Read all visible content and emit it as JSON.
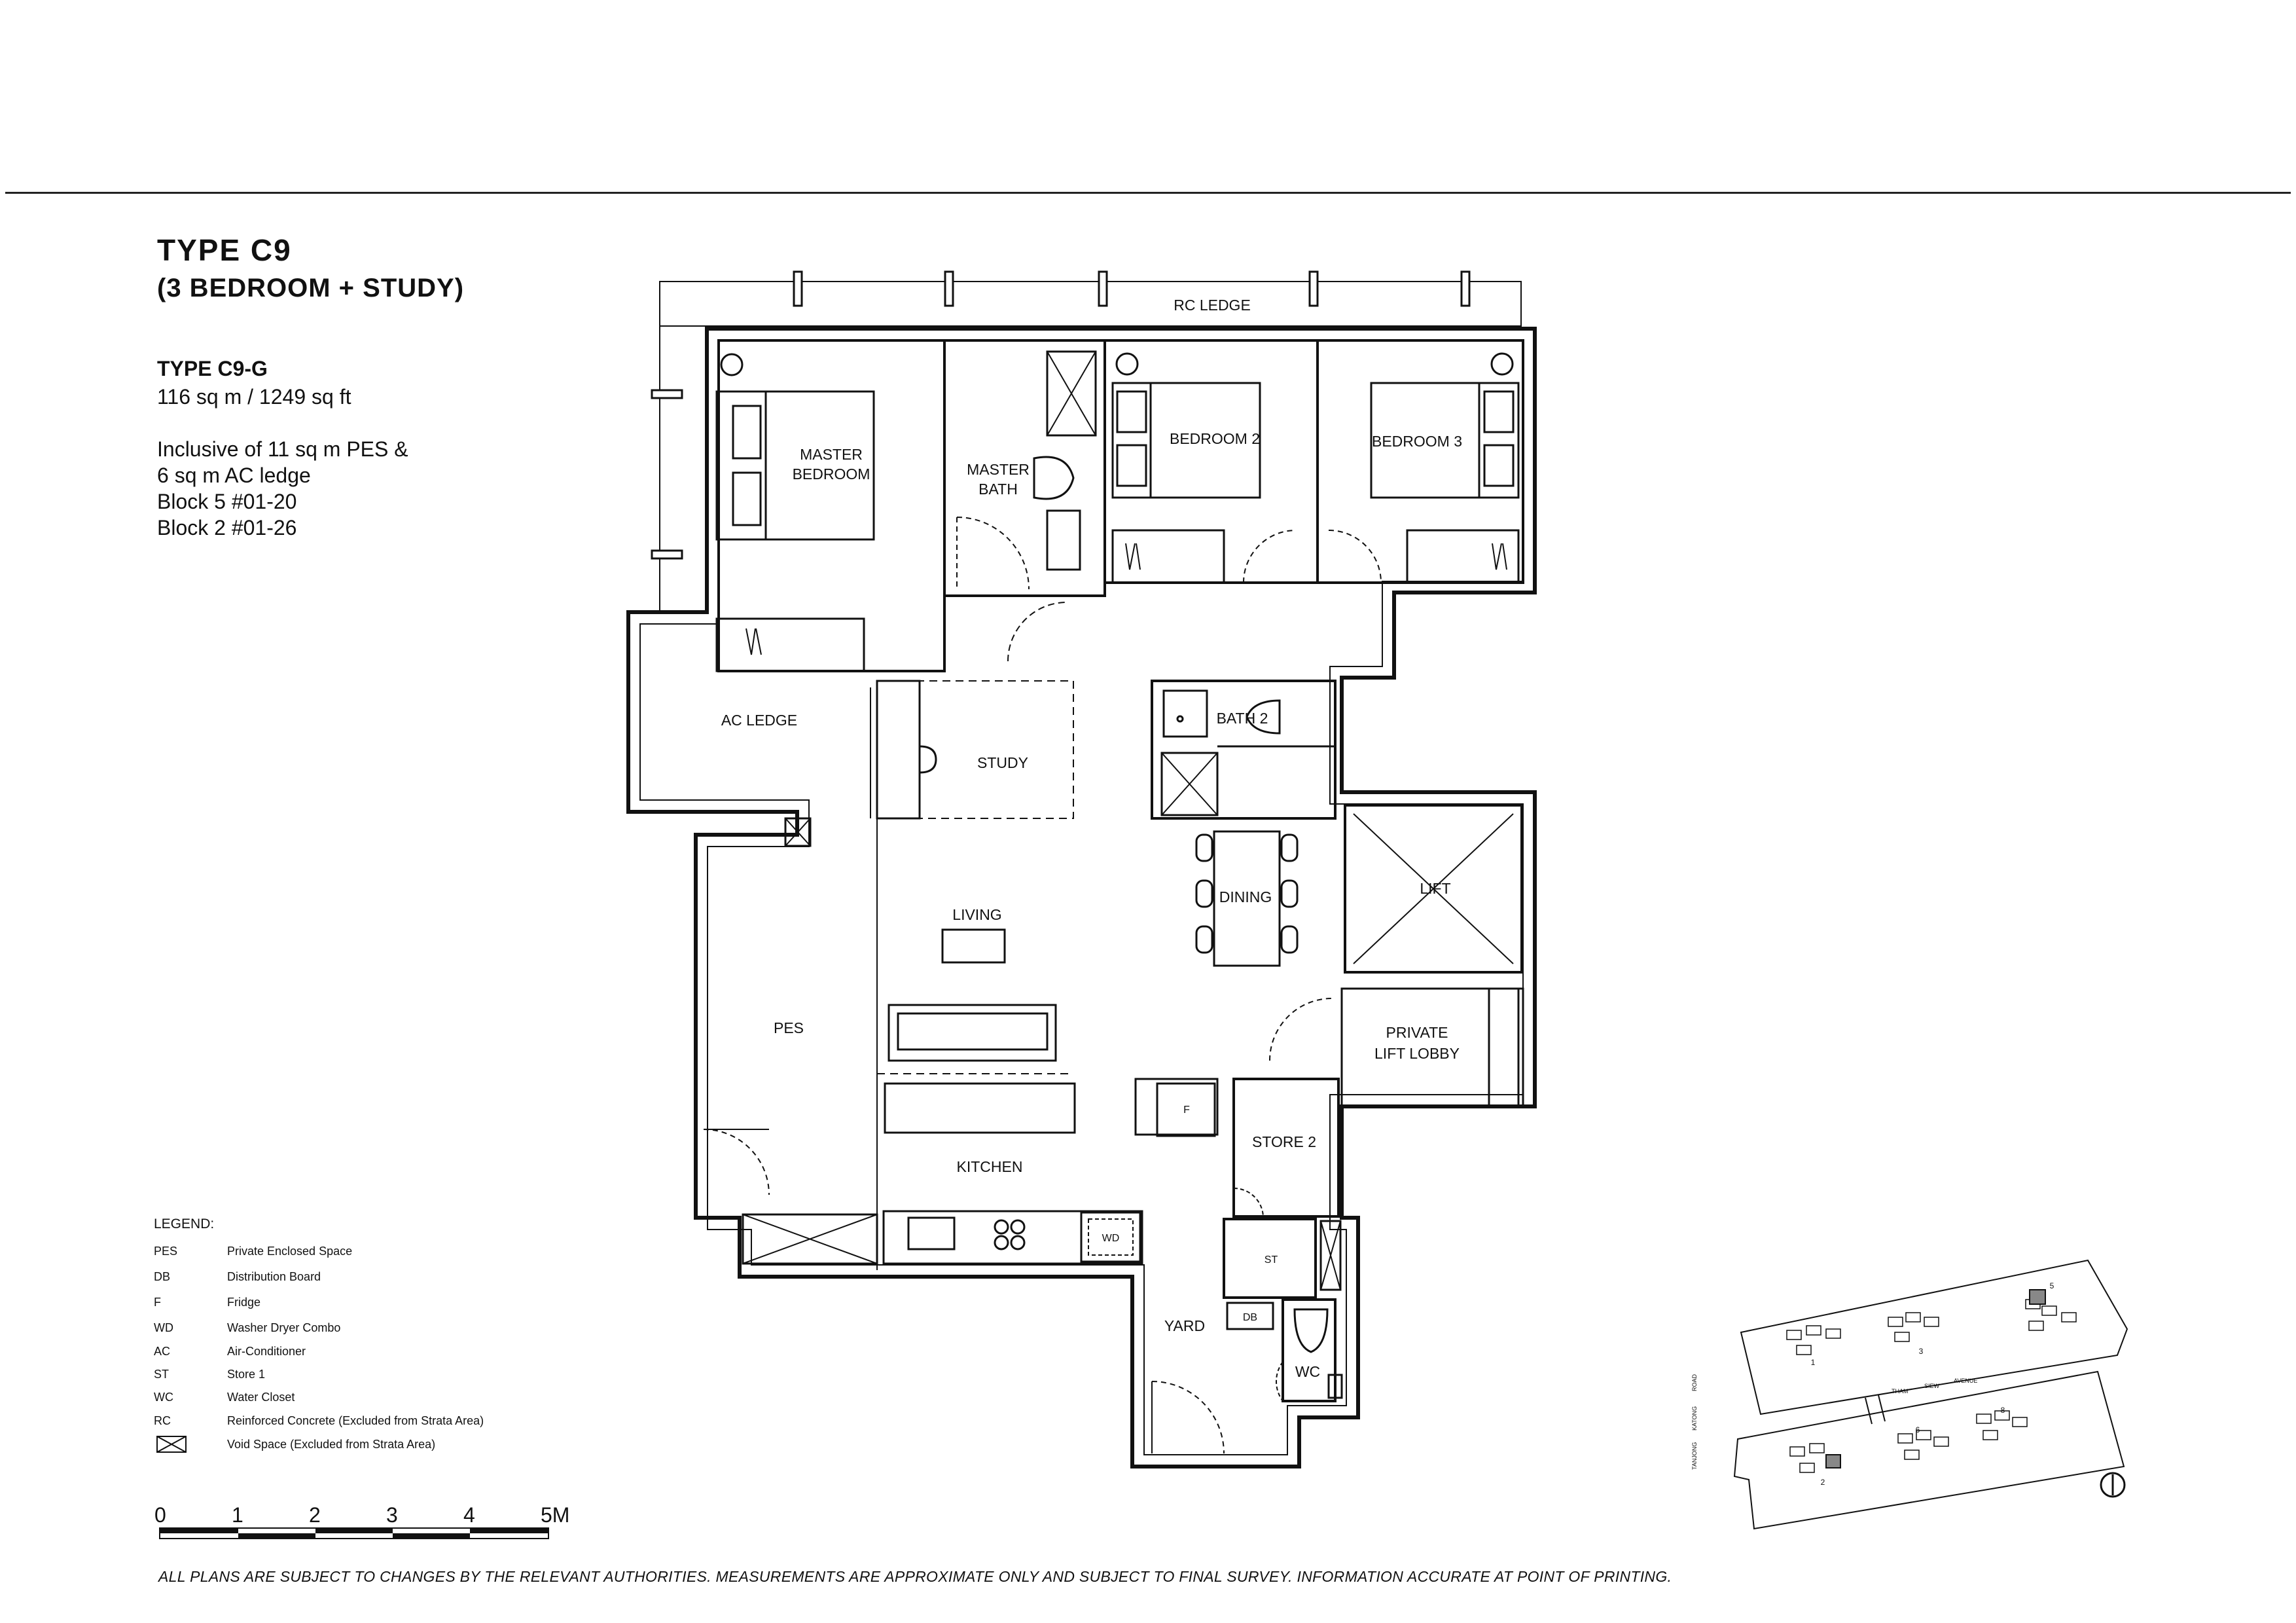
{
  "header": {
    "title": "TYPE  C9",
    "subtitle": "(3 BEDROOM + STUDY)"
  },
  "unit": {
    "code": "TYPE C9-G",
    "area": "116 sq m / 1249 sq ft",
    "notes": [
      "Inclusive of 11 sq m PES &",
      "6 sq m AC ledge",
      "Block 5  #01-20",
      "Block 2  #01-26"
    ]
  },
  "rooms": {
    "rc_ledge": "RC LEDGE",
    "master_bedroom_l1": "MASTER",
    "master_bedroom_l2": "BEDROOM",
    "master_bath_l1": "MASTER",
    "master_bath_l2": "BATH",
    "bedroom_2": "BEDROOM 2",
    "bedroom_3": "BEDROOM 3",
    "ac_ledge": "AC LEDGE",
    "study": "STUDY",
    "bath_2": "BATH 2",
    "lift": "LIFT",
    "dining": "DINING",
    "living": "LIVING",
    "pes": "PES",
    "private_lift_lobby_l1": "PRIVATE",
    "private_lift_lobby_l2": "LIFT LOBBY",
    "fridge": "F",
    "store_2": "STORE 2",
    "kitchen": "KITCHEN",
    "washer_dryer": "WD",
    "store_1": "ST",
    "yard": "YARD",
    "distribution_board": "DB",
    "wc": "WC"
  },
  "legend": {
    "title": "LEGEND:",
    "items": [
      {
        "abbr": "PES",
        "desc": "Private Enclosed Space"
      },
      {
        "abbr": "DB",
        "desc": "Distribution Board"
      },
      {
        "abbr": "F",
        "desc": "Fridge"
      },
      {
        "abbr": "WD",
        "desc": "Washer Dryer Combo"
      },
      {
        "abbr": "AC",
        "desc": "Air-Conditioner"
      },
      {
        "abbr": "ST",
        "desc": "Store 1"
      },
      {
        "abbr": "WC",
        "desc": "Water Closet"
      },
      {
        "abbr": "RC",
        "desc": "Reinforced Concrete (Excluded from Strata Area)"
      },
      {
        "abbr": "",
        "desc": "Void Space (Excluded from Strata Area)"
      }
    ]
  },
  "scale_bar": {
    "labels": [
      "0",
      "1",
      "2",
      "3",
      "4",
      "5M"
    ]
  },
  "site_plan": {
    "blocks": [
      "1",
      "3",
      "5",
      "2",
      "6",
      "8"
    ],
    "roads": [
      "THAM",
      "SIEW",
      "AVENUE",
      "TANJONG",
      "KATONG",
      "ROAD"
    ]
  },
  "disclaimer": "ALL PLANS ARE SUBJECT TO CHANGES BY THE RELEVANT AUTHORITIES. MEASUREMENTS ARE APPROXIMATE ONLY AND SUBJECT TO FINAL SURVEY. INFORMATION ACCURATE AT POINT OF PRINTING."
}
